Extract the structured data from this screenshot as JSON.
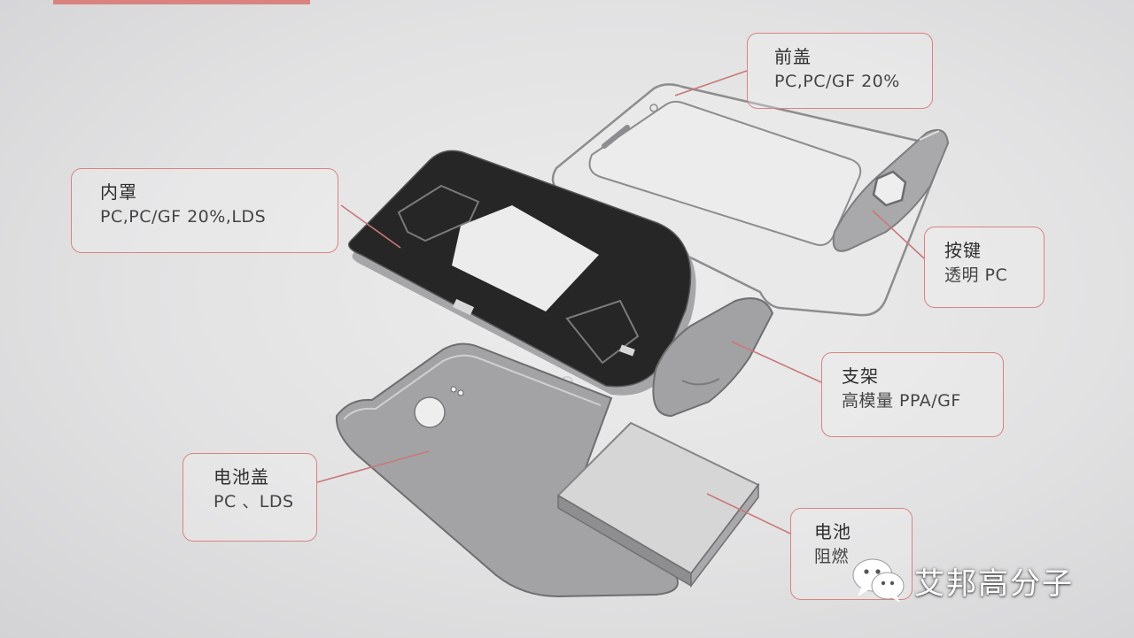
{
  "callouts": {
    "front_cover": {
      "name": "前盖",
      "material": "PC,PC/GF 20%"
    },
    "inner_shield": {
      "name": "内罩",
      "material": "PC,PC/GF 20%,LDS"
    },
    "keys": {
      "name": "按键",
      "material": "透明 PC"
    },
    "bracket": {
      "name": "支架",
      "material": "高模量 PPA/GF"
    },
    "battery_cover": {
      "name": "电池盖",
      "material": "PC 、LDS"
    },
    "battery": {
      "name": "电池",
      "material": "阻燃"
    }
  },
  "watermark": {
    "text": "艾邦高分子",
    "icon": "wechat-icon"
  },
  "colors": {
    "leader": "#c9787a",
    "callout_border": "#d9837f",
    "part_dark": "#2a2a2a",
    "part_gray": "#a3a3a5"
  }
}
